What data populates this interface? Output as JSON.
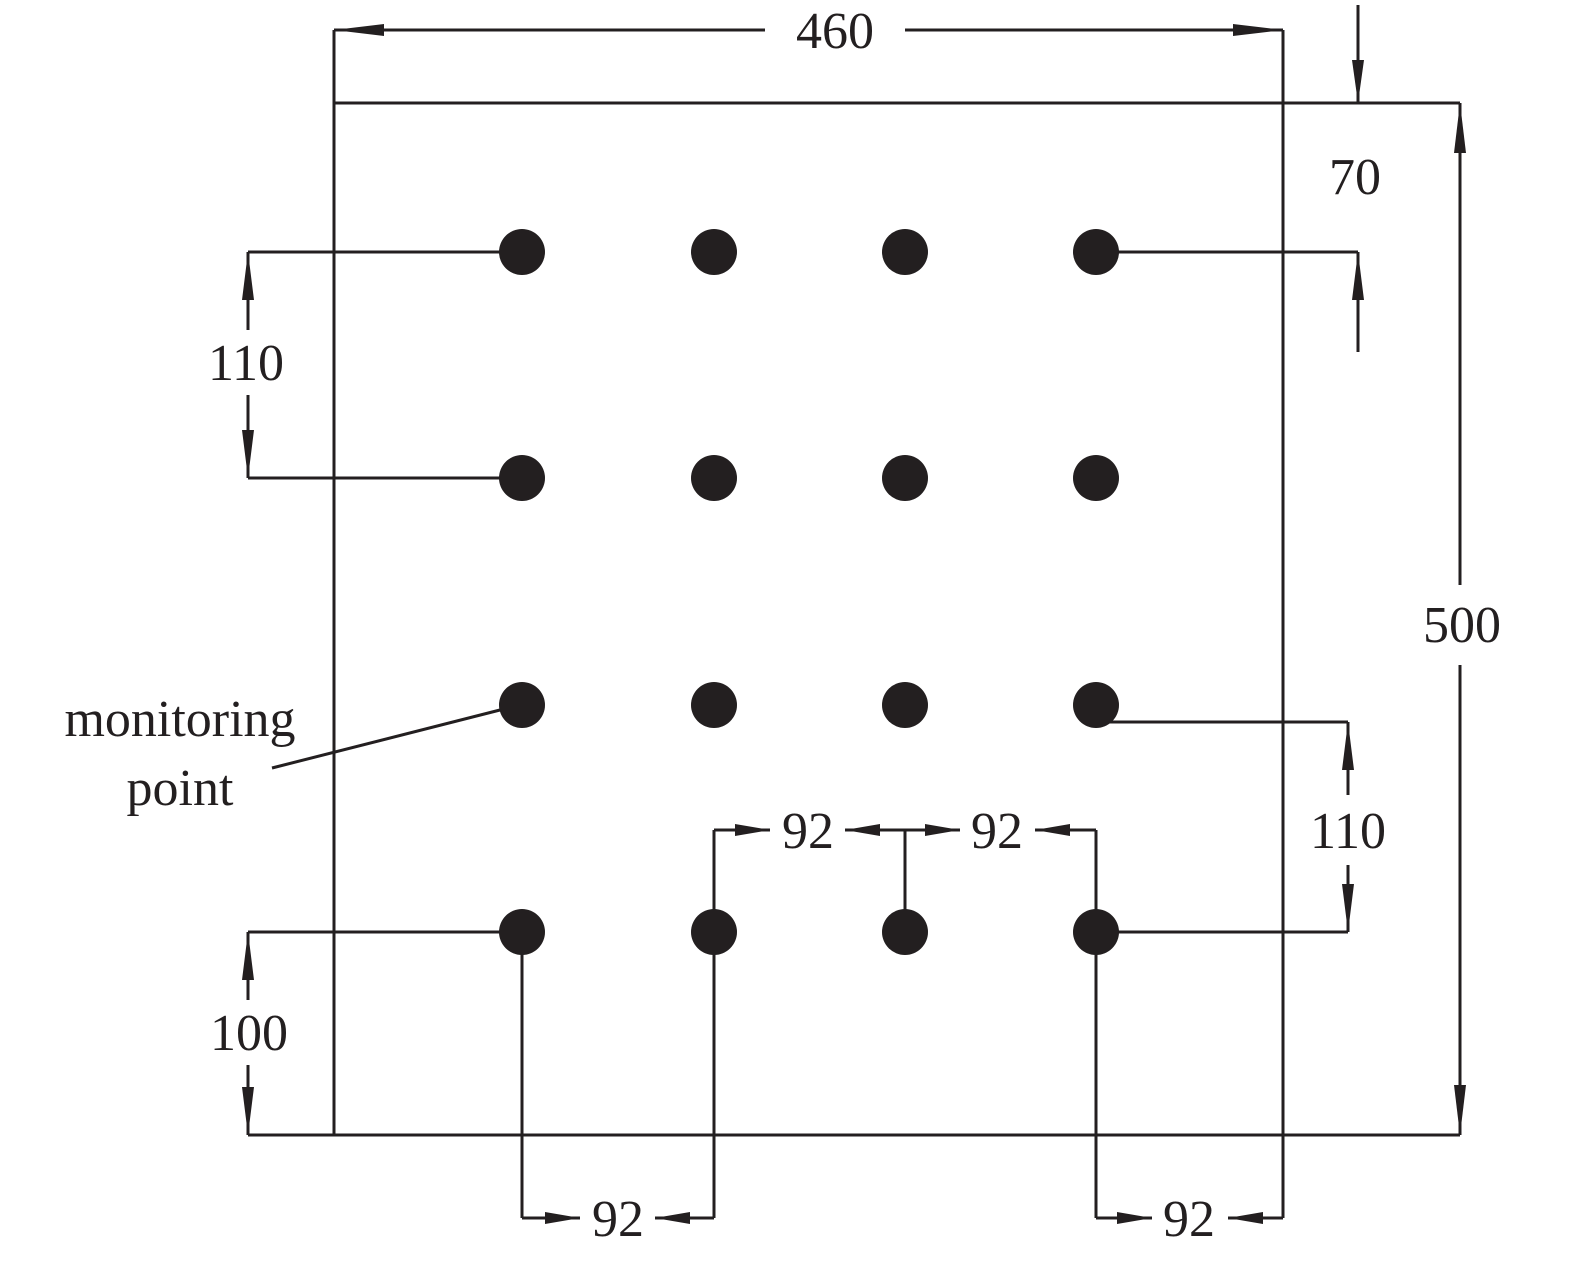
{
  "dimensions": {
    "width_total": "460",
    "height_total": "500",
    "top_offset": "70",
    "row_spacing_top": "110",
    "row_spacing_right": "110",
    "bottom_offset": "100",
    "col_spacing_mid_left": "92",
    "col_spacing_mid_right": "92",
    "col_spacing_bottom_left": "92",
    "col_spacing_bottom_right": "92"
  },
  "annotation": {
    "line1": "monitoring",
    "line2": "point"
  },
  "grid": {
    "rows": 4,
    "cols": 4
  },
  "colors": {
    "ink": "#231f20",
    "background": "#ffffff"
  }
}
